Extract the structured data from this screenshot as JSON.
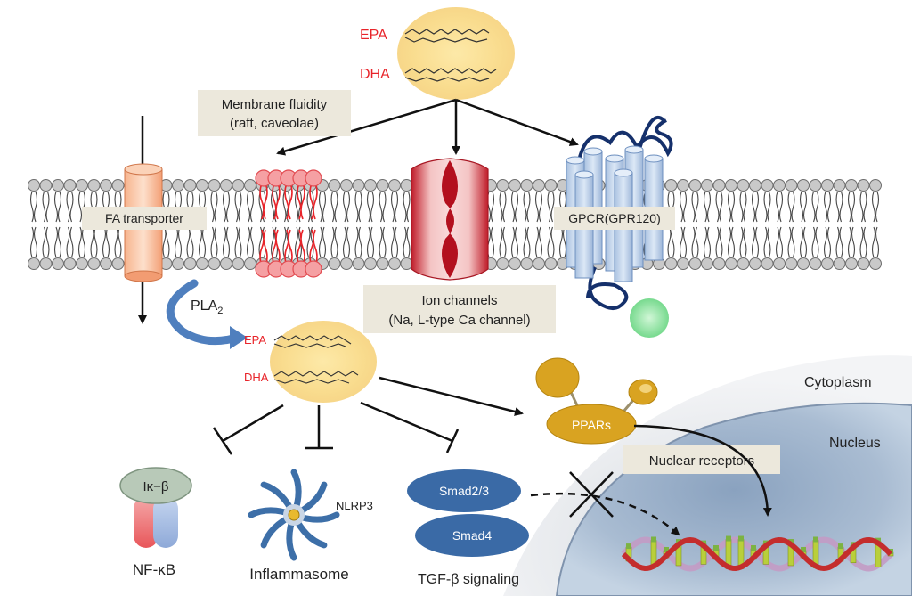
{
  "top_lipids": {
    "epa": "EPA",
    "dha": "DHA"
  },
  "membrane_fluidity": {
    "line1": "Membrane fluidity",
    "line2": "(raft, caveolae)"
  },
  "fa_transporter": "FA transporter",
  "gpcr": "GPCR(GPR120)",
  "ion_channels": {
    "line1": "Ion channels",
    "line2": "(Na, L-type Ca channel)"
  },
  "pla2": {
    "base": "PLA",
    "sub": "2"
  },
  "inner_lipids": {
    "epa": "EPA",
    "dha": "DHA"
  },
  "cytoplasm": "Cytoplasm",
  "nucleus": "Nucleus",
  "ppars": "PPARs",
  "nuclear_receptors": "Nuclear receptors",
  "nfkb": {
    "ik": "Iκ−β",
    "label": "NF-κB"
  },
  "inflammasome": {
    "label": "Inflammasome",
    "nlrp3": "NLRP3"
  },
  "smad": {
    "smad23": "Smad2/3",
    "smad4": "Smad4",
    "label": "TGF-β signaling"
  },
  "colors": {
    "red_label": "#e8242a",
    "box": "#ece8dc",
    "lipid_glow": "#f8dc8c",
    "ppar": "#d9a321",
    "smad": "#3a6aa6",
    "arrow_blue": "#4f7fbe",
    "nucleus": "#9fb4cc"
  }
}
